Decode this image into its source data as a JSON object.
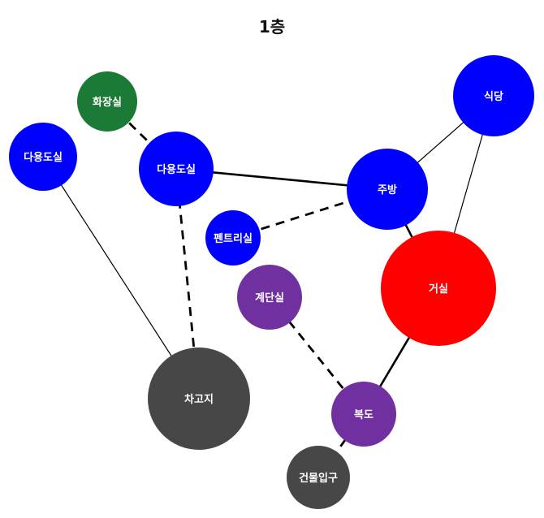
{
  "title": "1층",
  "colors": {
    "room_blue": "#0000ff",
    "room_red": "#ff0000",
    "room_green": "#1b7a35",
    "room_purple": "#7030a0",
    "room_gray": "#474747",
    "label_text": "#ffffff",
    "edge": "#000000"
  },
  "nodes": [
    {
      "id": "toilet",
      "label": "화장실",
      "color": "#1b7a35",
      "size": "small"
    },
    {
      "id": "multi_left",
      "label": "다용도실",
      "color": "#0000ff",
      "size": "small"
    },
    {
      "id": "multi_center",
      "label": "다용도실",
      "color": "#0000ff",
      "size": "medium"
    },
    {
      "id": "dining",
      "label": "식당",
      "color": "#0000ff",
      "size": "medium"
    },
    {
      "id": "kitchen",
      "label": "주방",
      "color": "#0000ff",
      "size": "medium"
    },
    {
      "id": "pantry",
      "label": "펜트리실",
      "color": "#0000ff",
      "size": "small"
    },
    {
      "id": "stair",
      "label": "계단실",
      "color": "#7030a0",
      "size": "small"
    },
    {
      "id": "living",
      "label": "거실",
      "color": "#ff0000",
      "size": "large"
    },
    {
      "id": "garage",
      "label": "차고지",
      "color": "#474747",
      "size": "large"
    },
    {
      "id": "corridor",
      "label": "복도",
      "color": "#7030a0",
      "size": "small"
    },
    {
      "id": "entrance",
      "label": "건물입구",
      "color": "#474747",
      "size": "small"
    }
  ],
  "edges": [
    {
      "from": "toilet",
      "to": "multi_center",
      "style": "dashed"
    },
    {
      "from": "multi_left",
      "to": "garage",
      "style": "solid"
    },
    {
      "from": "multi_center",
      "to": "kitchen",
      "style": "solid-bold"
    },
    {
      "from": "multi_center",
      "to": "garage",
      "style": "dashed"
    },
    {
      "from": "kitchen",
      "to": "dining",
      "style": "solid"
    },
    {
      "from": "kitchen",
      "to": "pantry",
      "style": "dashed"
    },
    {
      "from": "kitchen",
      "to": "living",
      "style": "solid-bold"
    },
    {
      "from": "dining",
      "to": "living",
      "style": "solid"
    },
    {
      "from": "living",
      "to": "corridor",
      "style": "solid-bold"
    },
    {
      "from": "stair",
      "to": "corridor",
      "style": "dashed"
    },
    {
      "from": "corridor",
      "to": "entrance",
      "style": "dashed"
    }
  ]
}
